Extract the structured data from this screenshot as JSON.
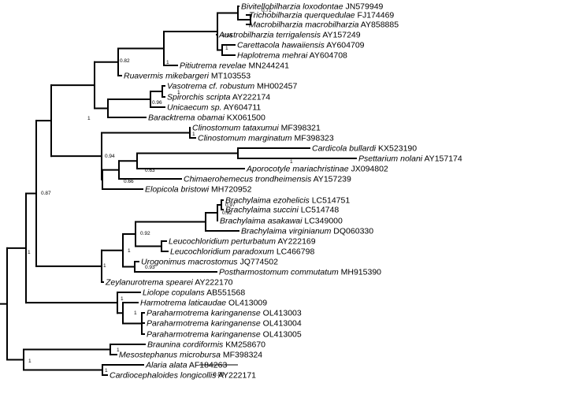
{
  "taxa": [
    {
      "id": "bivi",
      "name": "Bivitellobilharzia loxodontae",
      "acc": "JN579949"
    },
    {
      "id": "tric",
      "name": "Trichobilharzia querquedulae",
      "acc": "FJ174469"
    },
    {
      "id": "macr",
      "name": "Macrobilharzia macrobilharzia",
      "acc": "AY858885"
    },
    {
      "id": "aust",
      "name": "Austrobilharzia terrigalensis",
      "acc": "AY157249"
    },
    {
      "id": "care",
      "name": "Carettacola hawaiiensis",
      "acc": "AY604709"
    },
    {
      "id": "hapl",
      "name": "Haplotrema mehrai",
      "acc": "AY604708"
    },
    {
      "id": "piti",
      "name": "Pitiutrema revelae",
      "acc": "MN244241"
    },
    {
      "id": "ruav",
      "name": "Ruavermis mikebargeri",
      "acc": "MT103553"
    },
    {
      "id": "vaso",
      "name": "Vasotrema cf. robustum",
      "acc": "MH002457"
    },
    {
      "id": "spir",
      "name": "Spirorchis scripta",
      "acc": "AY222174"
    },
    {
      "id": "unic",
      "name": "Unicaecum sp.",
      "acc": "AY604711"
    },
    {
      "id": "bara",
      "name": "Baracktrema obamai",
      "acc": "KX061500"
    },
    {
      "id": "clta",
      "name": "Clinostomum tataxumui",
      "acc": "MF398321"
    },
    {
      "id": "clma",
      "name": "Clinostomum marginatum",
      "acc": "MF398323"
    },
    {
      "id": "card",
      "name": "Cardicola bullardi",
      "acc": "KX523190"
    },
    {
      "id": "pset",
      "name": "Psettarium nolani",
      "acc": "AY157174"
    },
    {
      "id": "apor",
      "name": "Aporocotyle mariachristinae",
      "acc": "JX094802"
    },
    {
      "id": "chim",
      "name": "Chimaerohemecus trondheimensis",
      "acc": "AY157239"
    },
    {
      "id": "elop",
      "name": "Elopicola bristowi",
      "acc": "MH720952"
    },
    {
      "id": "brez",
      "name": "Brachylaima ezohelicis",
      "acc": "LC514751"
    },
    {
      "id": "brsu",
      "name": "Brachylaima succini",
      "acc": "LC514748"
    },
    {
      "id": "bras",
      "name": "Brachylaima asakawai",
      "acc": "LC349000"
    },
    {
      "id": "brvi",
      "name": "Brachylaima virginianum",
      "acc": "DQ060330"
    },
    {
      "id": "lepe",
      "name": "Leucochloridium perturbatum",
      "acc": "AY222169"
    },
    {
      "id": "lepa",
      "name": "Leucochloridium paradoxum",
      "acc": "LC466798"
    },
    {
      "id": "urog",
      "name": "Urogonimus macrostomus",
      "acc": "JQ774502"
    },
    {
      "id": "post",
      "name": "Postharmostomum commutatum",
      "acc": "MH915390"
    },
    {
      "id": "zeyl",
      "name": "Zeylanurotrema spearei",
      "acc": "AY222170"
    },
    {
      "id": "liol",
      "name": "Liolope copulans",
      "acc": "AB551568"
    },
    {
      "id": "harm",
      "name": "Harmotrema laticaudae",
      "acc": "OL413009"
    },
    {
      "id": "par3",
      "name": "Paraharmotrema karinganense",
      "acc": "OL413003"
    },
    {
      "id": "par4",
      "name": "Paraharmotrema karinganense",
      "acc": "OL413004"
    },
    {
      "id": "par5",
      "name": "Paraharmotrema karinganense",
      "acc": "OL413005"
    },
    {
      "id": "brau",
      "name": "Braunina cordiformis",
      "acc": "KM258670"
    },
    {
      "id": "meso",
      "name": "Mesostephanus microbursa",
      "acc": "MF398324"
    },
    {
      "id": "alar",
      "name": "Alaria alata",
      "acc": "AF184263"
    },
    {
      "id": "cari",
      "name": "Cardiocephaloides longicollis",
      "acc": "AY222171"
    }
  ],
  "support_values": [
    {
      "id": "s_tric_macr",
      "value": "0.71"
    },
    {
      "id": "s_bivi_clade",
      "value": "1"
    },
    {
      "id": "s_care_hapl",
      "value": "1"
    },
    {
      "id": "s_schist",
      "value": "0.94"
    },
    {
      "id": "s_schist_piti",
      "value": "1"
    },
    {
      "id": "s_spiro_top",
      "value": "0.82"
    },
    {
      "id": "s_vaso_spir",
      "value": "1"
    },
    {
      "id": "s_spiro_mid",
      "value": "0.96"
    },
    {
      "id": "s_blood",
      "value": "1"
    },
    {
      "id": "s_clino",
      "value": "1"
    },
    {
      "id": "s_card_pset",
      "value": "1"
    },
    {
      "id": "s_card_apor",
      "value": "0.63"
    },
    {
      "id": "s_aporo",
      "value": "0.66"
    },
    {
      "id": "s_clino_aporo",
      "value": "0.94"
    },
    {
      "id": "s_brez_brsu",
      "value": "0.97"
    },
    {
      "id": "s_brez_bras",
      "value": "0.92"
    },
    {
      "id": "s_brachy",
      "value": "0.92"
    },
    {
      "id": "s_leuco",
      "value": "1"
    },
    {
      "id": "s_urog_post",
      "value": "0.93"
    },
    {
      "id": "s_brachylaim",
      "value": "1"
    },
    {
      "id": "s_upper",
      "value": "0.87"
    },
    {
      "id": "s_harm",
      "value": "1"
    },
    {
      "id": "s_liolo",
      "value": "1"
    },
    {
      "id": "s_main",
      "value": "1"
    },
    {
      "id": "s_brau_meso",
      "value": "1"
    },
    {
      "id": "s_alar_cari",
      "value": "1"
    },
    {
      "id": "s_diplo",
      "value": "1"
    }
  ],
  "scale_bar": {
    "label": "0.08",
    "value": 0.08
  }
}
